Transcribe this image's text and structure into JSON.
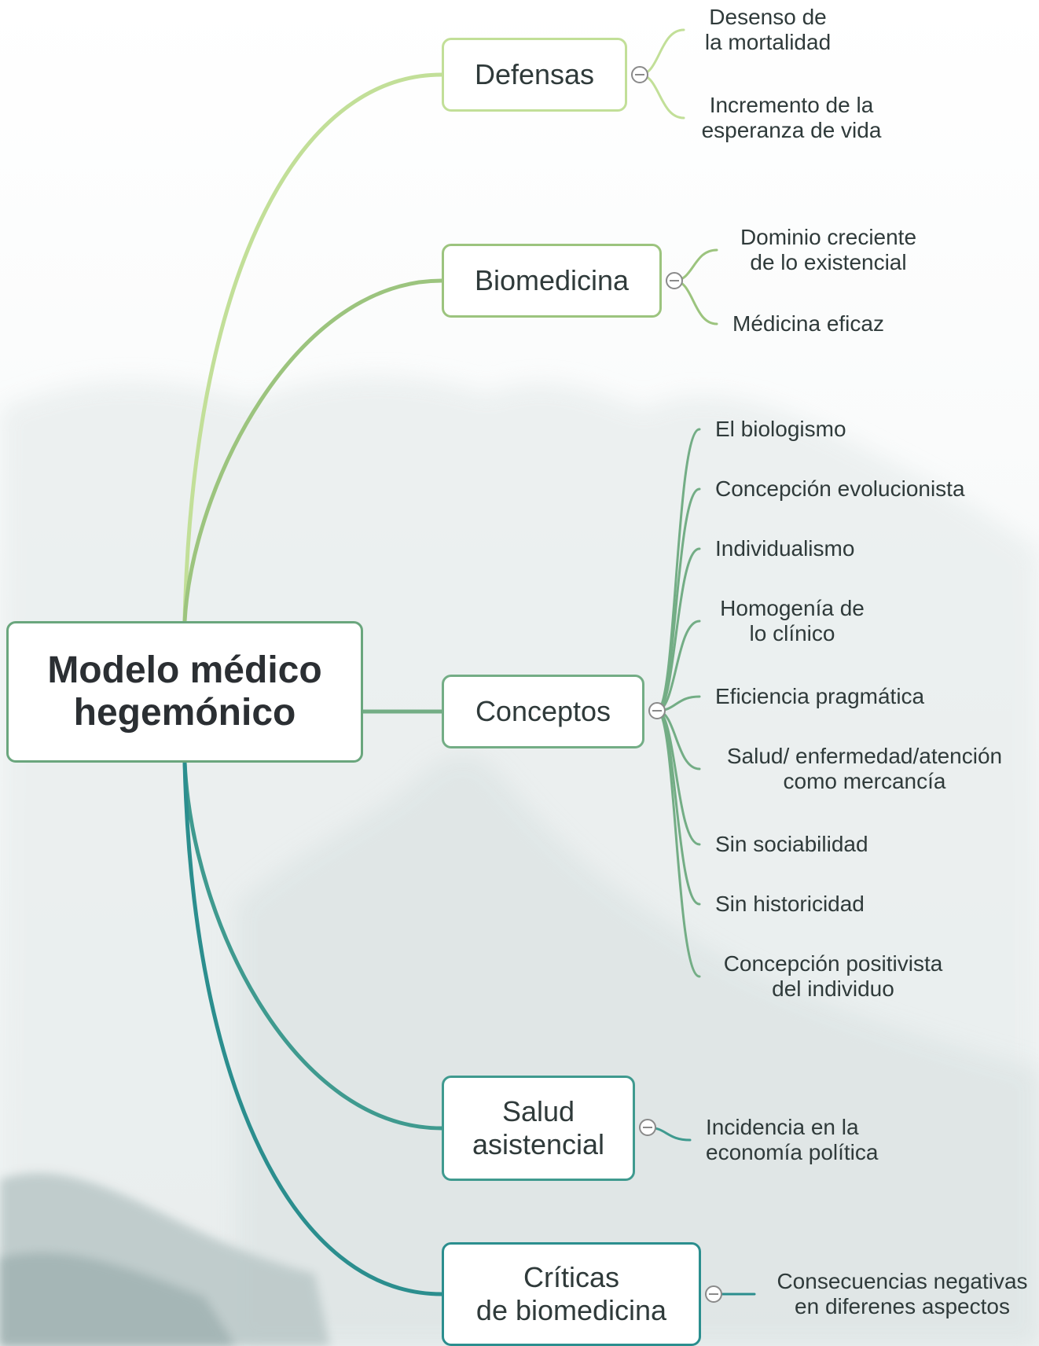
{
  "root": {
    "label": "Modelo médico\nhegemónico"
  },
  "colors": {
    "defensas": "#c2df98",
    "biomedicina": "#9cc47e",
    "conceptos": "#73ad85",
    "salud": "#3f9a8f",
    "criticas": "#2b8e8e",
    "root_border": "#6aa67d"
  },
  "branches": [
    {
      "label": "Defensas",
      "children": [
        "Desenso de\nla mortalidad",
        "Incremento de la\nesperanza de vida"
      ]
    },
    {
      "label": "Biomedicina",
      "children": [
        "Dominio creciente\nde lo existencial",
        "Médicina eficaz"
      ]
    },
    {
      "label": "Conceptos",
      "children": [
        "El biologismo",
        "Concepción evolucionista",
        "Individualismo",
        "Homogenía de\nlo clínico",
        "Eficiencia pragmática",
        "Salud/ enfermedad/atención\ncomo mercancía",
        "Sin sociabilidad",
        "Sin historicidad",
        "Concepción positivista\ndel individuo"
      ]
    },
    {
      "label": "Salud\nasistencial",
      "children": [
        "Incidencia en la\neconomía política"
      ]
    },
    {
      "label": "Críticas\nde biomedicina",
      "children": [
        "Consecuencias negativas\nen diferenes aspectos"
      ]
    }
  ],
  "toggle_icon": "collapse-minus-icon"
}
